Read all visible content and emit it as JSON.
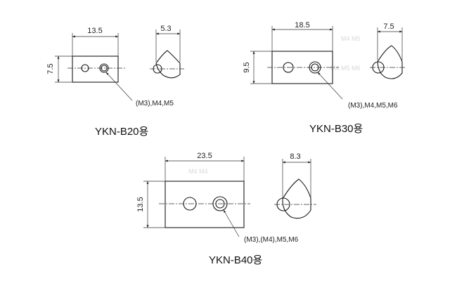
{
  "parts": [
    {
      "title": "YKN-B20용",
      "width": "13.5",
      "height": "7.5",
      "depth": "5.3",
      "threads": "(M3),M4,M5"
    },
    {
      "title": "YKN-B30용",
      "width": "18.5",
      "height": "9.5",
      "depth": "7.5",
      "threads": "(M3),M4,M5,M6"
    },
    {
      "title": "YKN-B40용",
      "width": "23.5",
      "height": "13.5",
      "depth": "8.3",
      "threads": "(M3),(M4),M5,M6"
    }
  ],
  "ghosts": [
    "M4  M5",
    "M4  M5  M6",
    "M4  M4"
  ]
}
